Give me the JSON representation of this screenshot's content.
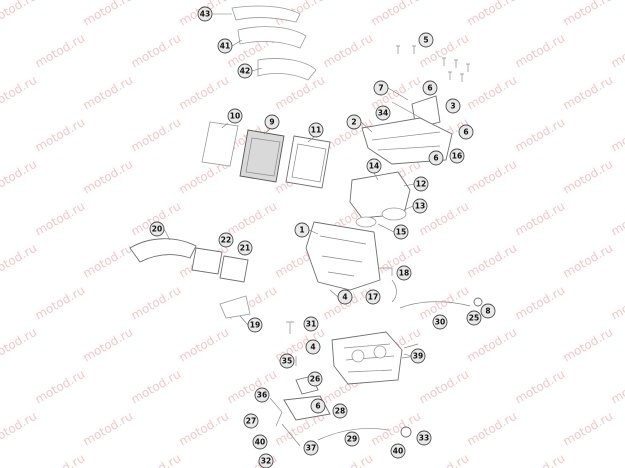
{
  "diagram": {
    "watermark_text": "motod.ru",
    "callouts": [
      "43",
      "41",
      "42",
      "5",
      "7",
      "6",
      "3",
      "34",
      "10",
      "9",
      "11",
      "2",
      "6",
      "6",
      "16",
      "14",
      "12",
      "13",
      "1",
      "15",
      "20",
      "22",
      "21",
      "18",
      "4",
      "17",
      "8",
      "25",
      "30",
      "19",
      "31",
      "4",
      "35",
      "39",
      "26",
      "36",
      "6",
      "28",
      "27",
      "40",
      "37",
      "29",
      "33",
      "32",
      "40"
    ]
  },
  "colors": {
    "watermark": "#f4c7c9",
    "line": "#6f6f6f",
    "callout_fill": "#e9e9e9"
  }
}
